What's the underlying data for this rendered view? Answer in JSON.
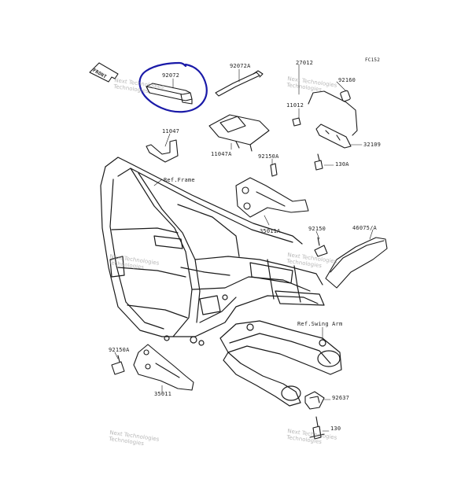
{
  "diagram": {
    "figure_code": "FC152",
    "front_label": "FRONT",
    "labels": {
      "p92072": "92072",
      "p92072a": "92072A",
      "p27012": "27012",
      "p92160": "92160",
      "p11012": "11012",
      "p32109": "32109",
      "p11047": "11047",
      "p11047a": "11047A",
      "p92150a_top": "92150A",
      "p130a": "130A",
      "ref_frame": "Ref.Frame",
      "p35011a": "35011A",
      "p92150": "92150",
      "p46075a": "46075/A",
      "ref_swing_arm": "Ref.Swing Arm",
      "p92150a_bottom": "92150A",
      "p35011": "35011",
      "p92637": "92637",
      "p130": "130"
    },
    "watermark": {
      "line1": "Next Technologies",
      "line2": "Technologies"
    },
    "highlight_color": "#1a1aa8"
  }
}
